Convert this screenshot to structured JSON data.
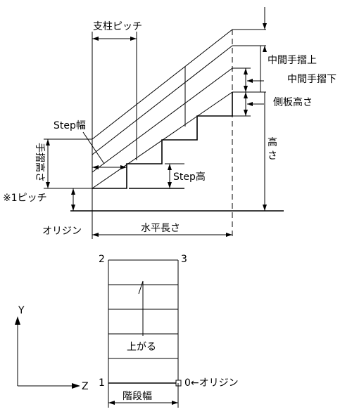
{
  "elevation": {
    "post_pitch": "支柱ピッチ",
    "mid_rail_upper": "中間手摺上",
    "mid_rail_lower": "中間手摺下",
    "side_plate_height": "側板高さ",
    "height_line1": "高",
    "height_line2": "さ",
    "step_width": "Step幅",
    "handrail_height_v": "手摺高さ",
    "step_height": "Step高",
    "pitch_note": "※1ピッチ",
    "origin": "オリジン",
    "horizontal_length": "水平長さ"
  },
  "plan": {
    "corner_2": "2",
    "corner_3": "3",
    "corner_1": "1",
    "origin_marker": "0←オリジン",
    "going_up": "上がる",
    "stair_width": "階段幅"
  },
  "axes": {
    "y_label": "Y",
    "z_label": "Z"
  }
}
